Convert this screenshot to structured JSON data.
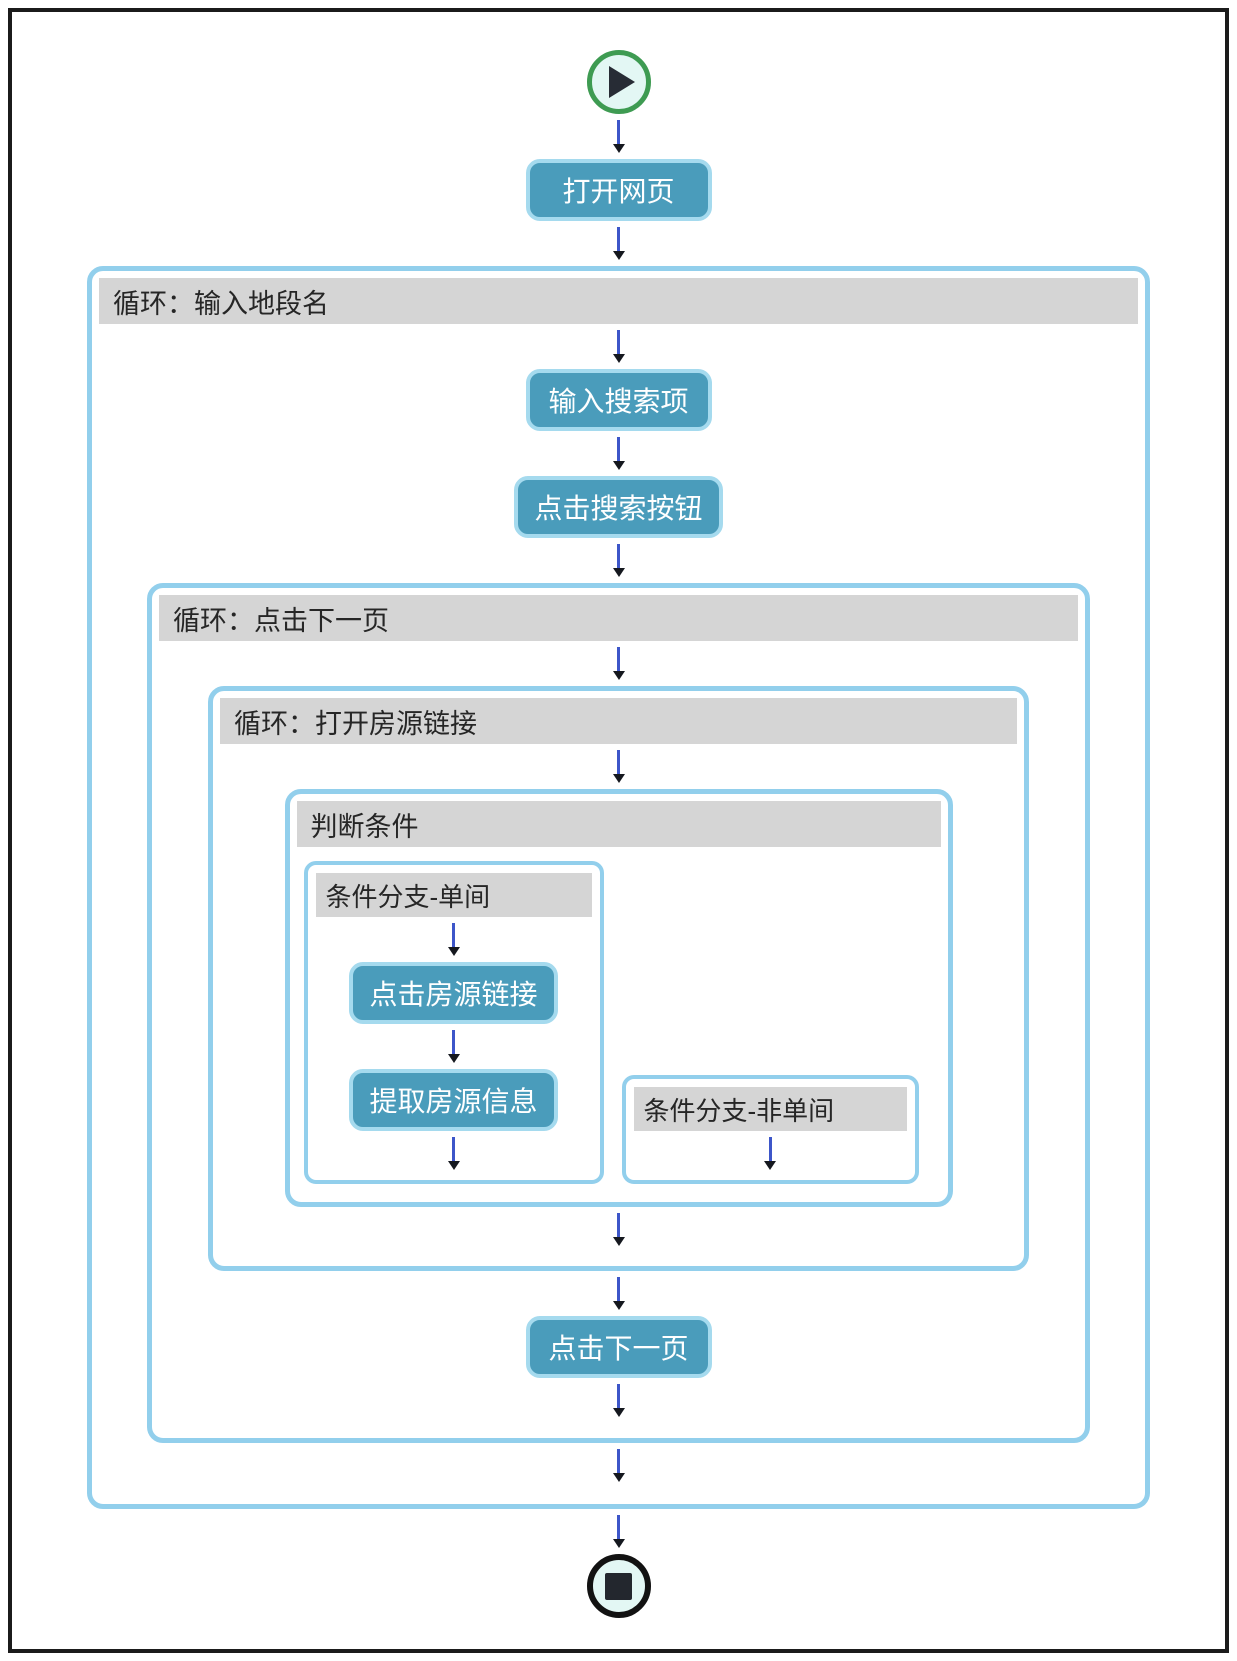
{
  "workflow": {
    "start_icon": "play-icon",
    "end_icon": "stop-icon",
    "steps": {
      "open_page": "打开网页",
      "enter_search": "输入搜索项",
      "click_search": "点击搜索按钮",
      "click_listing": "点击房源链接",
      "extract_info": "提取房源信息",
      "click_next": "点击下一页"
    },
    "containers": {
      "loop1_title": "循环：输入地段名",
      "loop2_title": "循环：点击下一页",
      "loop3_title": "循环：打开房源链接",
      "condition_title": "判断条件",
      "branch1_title": "条件分支-单间",
      "branch2_title": "条件分支-非单间"
    },
    "colors": {
      "step_fill": "#4a9cbb",
      "step_border": "#a5daee",
      "container_border": "#92cfec",
      "header_bg": "#d5d5d5",
      "frame_border": "#1b1b1b",
      "start_ring": "#3e9b52",
      "end_ring": "#121212",
      "node_inner_fill": "#e3f7f4",
      "arrow_shaft": "#3d56c9",
      "arrow_head": "#15181f",
      "step_text": "#ffffff",
      "header_text": "#262626"
    }
  }
}
